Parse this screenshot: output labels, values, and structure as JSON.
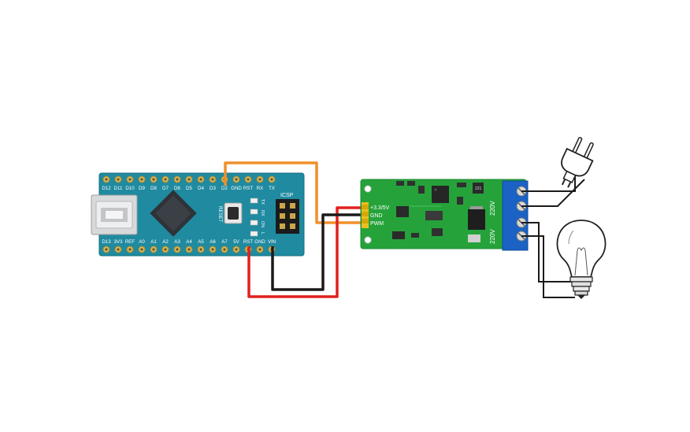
{
  "nano": {
    "top_pins": [
      "D12",
      "D11",
      "D10",
      "D9",
      "D8",
      "D7",
      "D6",
      "D5",
      "D4",
      "D3",
      "D2",
      "GND",
      "RST",
      "RX",
      "TX"
    ],
    "bottom_pins": [
      "D13",
      "3V3",
      "REF",
      "A0",
      "A1",
      "A2",
      "A3",
      "A4",
      "A5",
      "A6",
      "A7",
      "5V",
      "RST",
      "GND",
      "VIN"
    ],
    "icsp_label": "ICSP",
    "reset_label": "RESET",
    "leds": [
      "TX",
      "RX",
      "ON",
      "L"
    ]
  },
  "module": {
    "pins": [
      "+3.3/5V",
      "GND",
      "PWM"
    ],
    "terminal_labels": [
      "220V",
      "220V"
    ],
    "resistor_label": "221"
  },
  "wire_colors": {
    "signal": "#f0902a",
    "power": "#e0201e",
    "ground": "#1a1a1a"
  },
  "icons": [
    "power-plug-icon",
    "light-bulb-icon"
  ]
}
